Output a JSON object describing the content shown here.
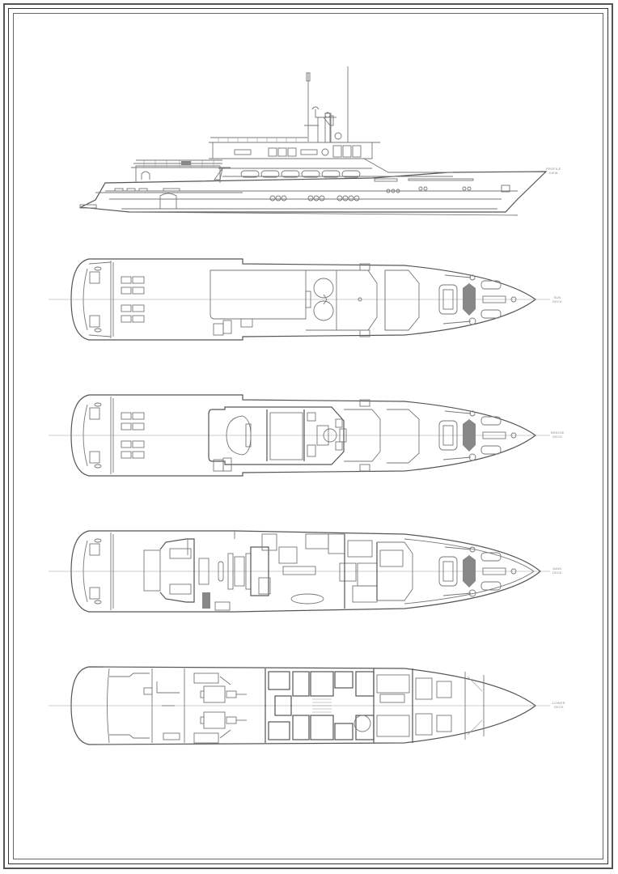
{
  "document": {
    "type": "yacht general arrangement drawing",
    "frame": {
      "border_color": "#555555",
      "background": "#ffffff"
    },
    "line_color": "#777777"
  },
  "views": [
    {
      "id": "profile",
      "label_line1": "PROFILE",
      "label_line2": "VIEW"
    },
    {
      "id": "sun-deck",
      "label_line1": "SUN",
      "label_line2": "DECK"
    },
    {
      "id": "bridge-deck",
      "label_line1": "BRIDGE",
      "label_line2": "DECK"
    },
    {
      "id": "main-deck",
      "label_line1": "MAIN",
      "label_line2": "DECK"
    },
    {
      "id": "lower-deck",
      "label_line1": "LOWER",
      "label_line2": "DECK"
    }
  ]
}
